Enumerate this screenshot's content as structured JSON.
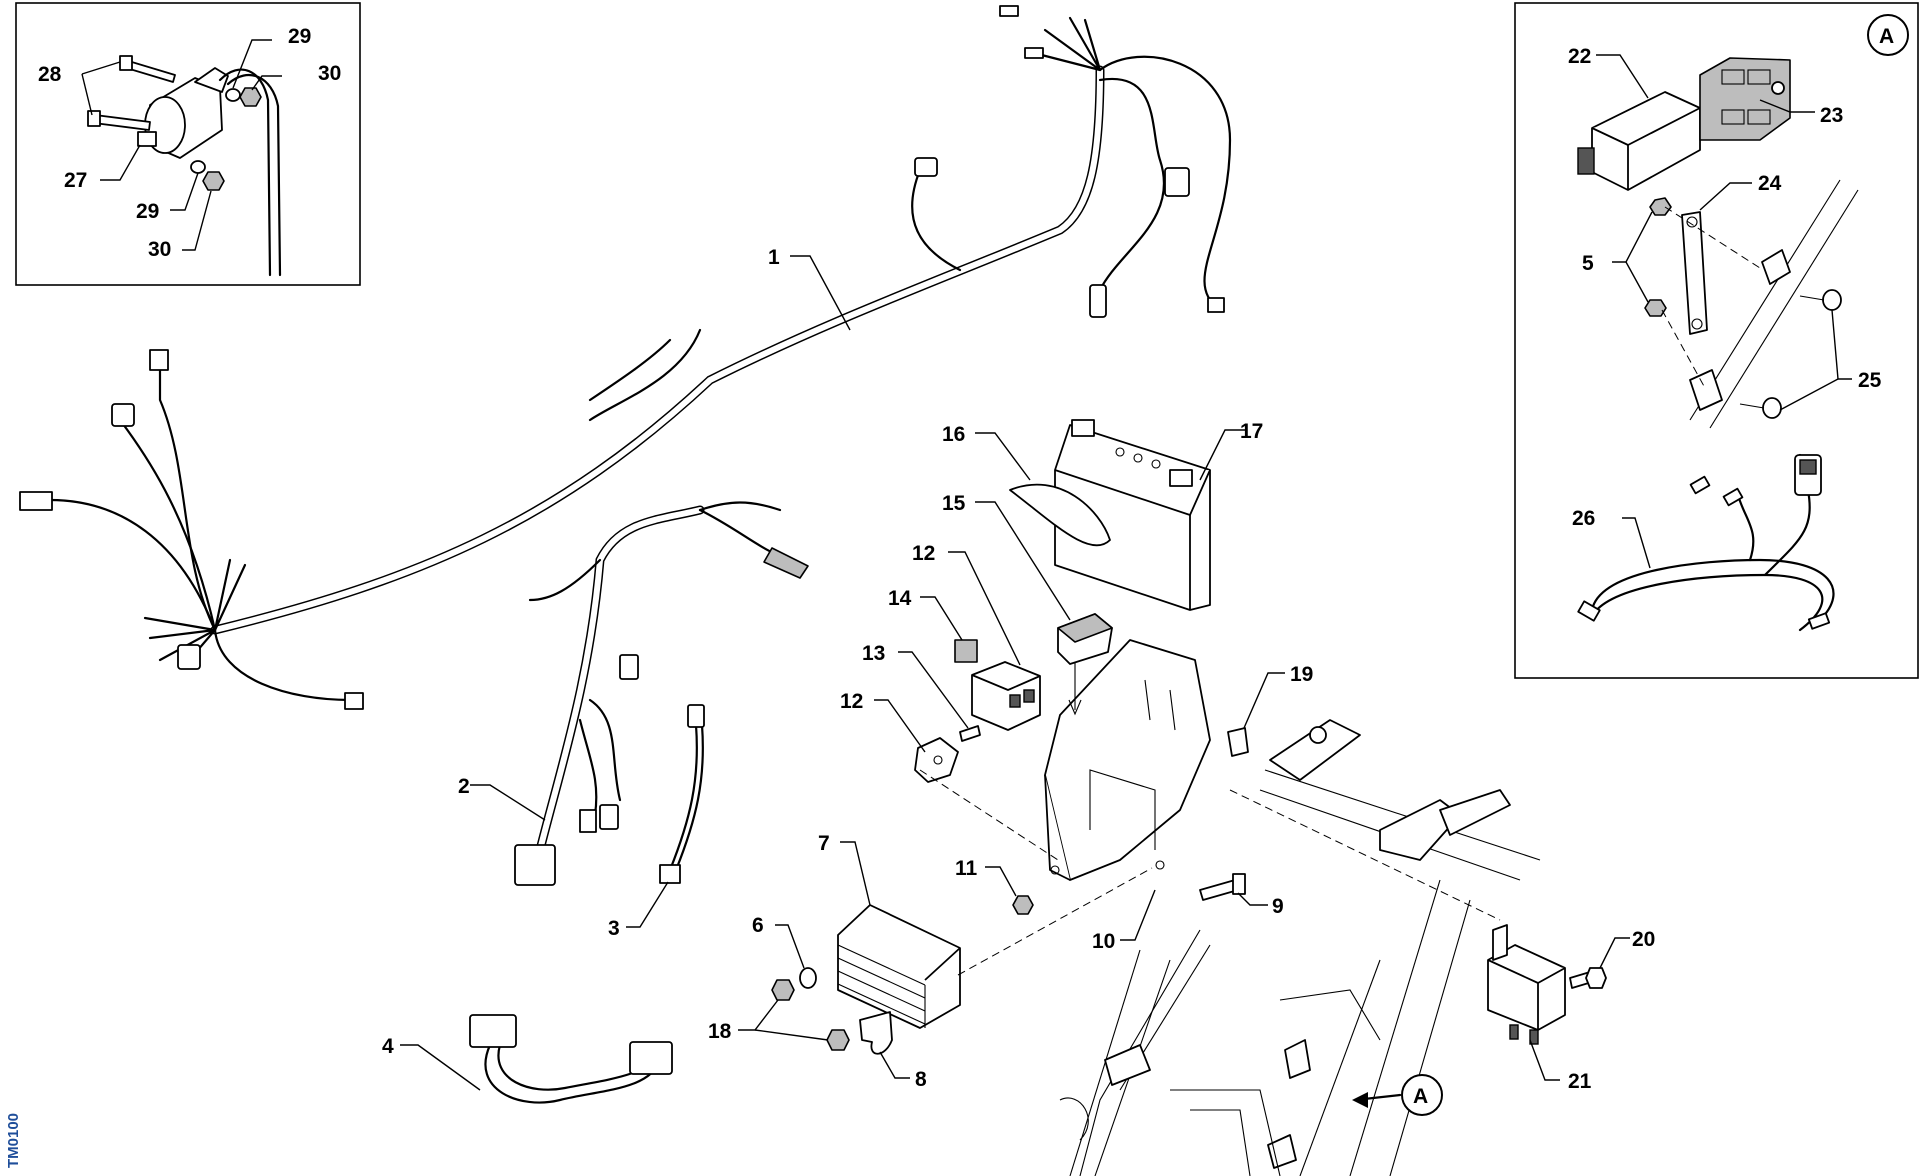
{
  "diagram": {
    "code": "TM0100",
    "inset_top_left_numbers": [
      "28",
      "29",
      "30",
      "27",
      "29",
      "30"
    ],
    "inset_right_marker": "A",
    "frame_marker": "A",
    "callouts": {
      "c1": "1",
      "c2": "2",
      "c3": "3",
      "c4": "4",
      "c5": "5",
      "c6": "6",
      "c7": "7",
      "c8": "8",
      "c9": "9",
      "c10": "10",
      "c11": "11",
      "c12a": "12",
      "c12b": "12",
      "c13": "13",
      "c14": "14",
      "c15": "15",
      "c16": "16",
      "c17": "17",
      "c18": "18",
      "c19": "19",
      "c20": "20",
      "c21": "21",
      "c22": "22",
      "c23": "23",
      "c24": "24",
      "c25": "25",
      "c26": "26",
      "c27": "27",
      "c28": "28",
      "c29a": "29",
      "c29b": "29",
      "c30a": "30",
      "c30b": "30"
    }
  }
}
